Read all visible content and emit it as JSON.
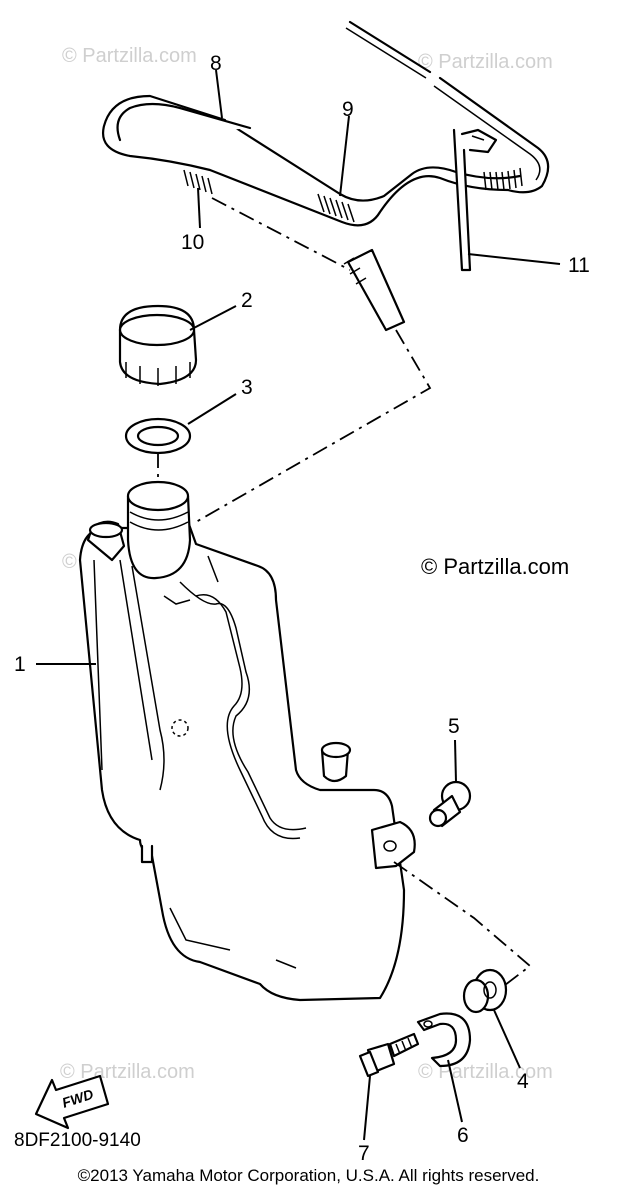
{
  "diagram": {
    "part_labels": [
      "1",
      "2",
      "3",
      "4",
      "5",
      "6",
      "7",
      "8",
      "9",
      "10",
      "11"
    ],
    "watermark": "© Partzilla.com",
    "brand_mark": "© Partzilla.com",
    "diagram_code": "8DF2100-9140",
    "fwd_label": "FWD",
    "copyright": "©2013 Yamaha Motor Corporation, U.S.A. All rights reserved."
  }
}
